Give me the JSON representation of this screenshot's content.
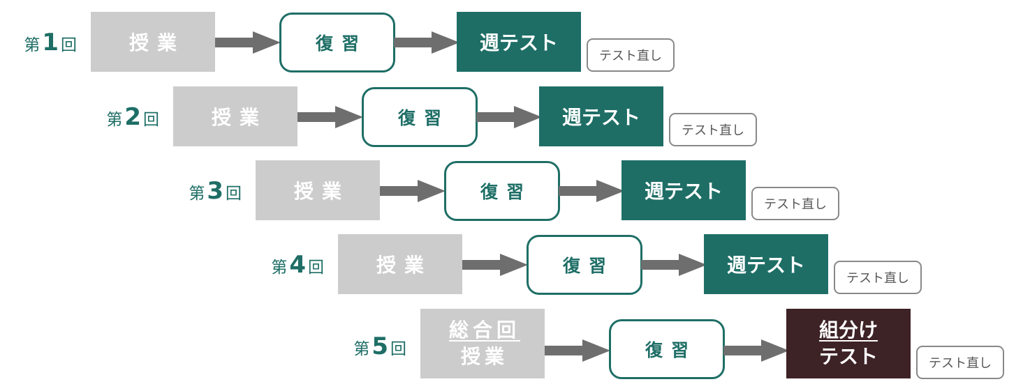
{
  "rows": [
    {
      "prefix": "第",
      "number": "1",
      "suffix": "回",
      "lesson": "授業",
      "review": "復習",
      "test": "週テスト",
      "redo": "テスト直し"
    },
    {
      "prefix": "第",
      "number": "2",
      "suffix": "回",
      "lesson": "授業",
      "review": "復習",
      "test": "週テスト",
      "redo": "テスト直し"
    },
    {
      "prefix": "第",
      "number": "3",
      "suffix": "回",
      "lesson": "授業",
      "review": "復習",
      "test": "週テスト",
      "redo": "テスト直し"
    },
    {
      "prefix": "第",
      "number": "4",
      "suffix": "回",
      "lesson": "授業",
      "review": "復習",
      "test": "週テスト",
      "redo": "テスト直し"
    },
    {
      "prefix": "第",
      "number": "5",
      "suffix": "回",
      "lesson_top": "総合回",
      "lesson": "授業",
      "review": "復習",
      "test_top": "組分け",
      "test": "テスト",
      "redo": "テスト直し"
    }
  ],
  "colors": {
    "label": "#1e6e66",
    "lesson_box": "#cccccc",
    "review_border": "#1e6e66",
    "weekly_test": "#1e6e66",
    "group_test": "#3d2226",
    "arrow": "#6e6e6e",
    "redo_border": "#888888"
  },
  "icons": {
    "flow_arrow": "right-arrow-icon"
  }
}
